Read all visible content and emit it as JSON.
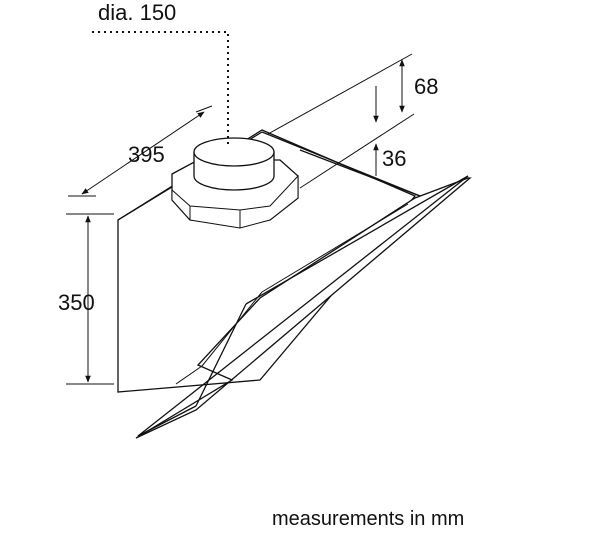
{
  "diagram": {
    "label_diameter": "dia. 150",
    "label_depth": "395",
    "label_height": "350",
    "label_top_offset": "68",
    "label_small_offset": "36",
    "caption": "measurements in mm"
  }
}
